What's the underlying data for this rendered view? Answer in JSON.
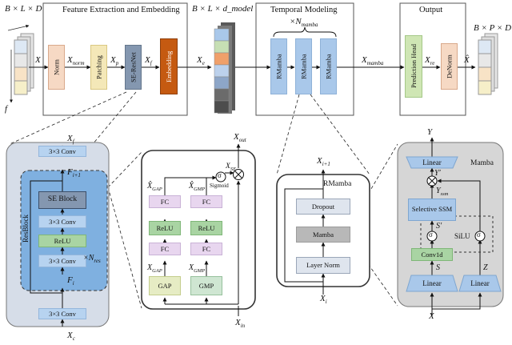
{
  "top": {
    "input_dims": "B × L × D",
    "model_dims": "B × L × d_model",
    "output_dims": "B × P × D",
    "stage_feature": "Feature Extraction and Embedding",
    "stage_temporal": "Temporal Modeling",
    "stage_output": "Output",
    "norm": "Norm",
    "patching": "Patching",
    "se_resnet": "SE-ResNet",
    "embedding": "Embedding",
    "rmamba": "RMamba",
    "prediction_head": "Prediction Head",
    "denorm": "DeNorm",
    "n_mamba": "×N",
    "n_mamba_sub": "mamba",
    "f_label": "f",
    "x": "X",
    "x_norm": "X",
    "x_norm_sub": "norm",
    "x_p": "X",
    "x_p_sub": "p",
    "x_f": "X",
    "x_f_sub": "f",
    "x_e": "X",
    "x_e_sub": "e",
    "x_mamba": "X",
    "x_mamba_sub": "mamba",
    "x_re": "X",
    "x_re_sub": "re",
    "x_hat": "X̂"
  },
  "resnet": {
    "conv": "3×3 Conv",
    "se_block": "SE Block",
    "relu": "ReLU",
    "resblock": "ResBlock",
    "n_res": "×N",
    "n_res_sub": "res",
    "x_f": "X",
    "x_f_sub": "f",
    "f_next": "F",
    "f_next_sub": "i+1",
    "f_i": "F",
    "f_i_sub": "i",
    "x_c": "X",
    "x_c_sub": "c"
  },
  "se": {
    "fc": "FC",
    "relu": "ReLU",
    "gap": "GAP",
    "gmp": "GMP",
    "sigma": "σ",
    "sigmoid": "Sigmoid",
    "x_out": "X",
    "x_out_sub": "out",
    "x_se": "X",
    "x_se_sub": "SE",
    "xhat_gap": "X̂",
    "xhat_gap_sub": "GAP",
    "xhat_gmp": "X̂",
    "xhat_gmp_sub": "GMP",
    "x_gap": "X",
    "x_gap_sub": "GAP",
    "x_gmp": "X",
    "x_gmp_sub": "GMP",
    "x_in": "X",
    "x_in_sub": "in"
  },
  "rmamba": {
    "title": "RMamba",
    "dropout": "Dropout",
    "mamba": "Mamba",
    "layer_norm": "Layer Norm",
    "x_next": "X",
    "x_next_sub": "i+1",
    "x_i": "X",
    "x_i_sub": "i"
  },
  "mamba": {
    "title": "Mamba",
    "linear": "Linear",
    "selective_ssm": "Selective SSM",
    "conv1d": "Conv1d",
    "silu": "SiLU",
    "sigma": "σ",
    "y": "Y",
    "y_prime": "Y′",
    "y_ssm": "Y",
    "y_ssm_sub": "ssm",
    "s_prime": "S′",
    "s": "S",
    "z": "Z",
    "x": "X"
  },
  "colors": {
    "panel_bg": "#d9d9d9",
    "resblock_bg": "#7fb0e0",
    "conv": "#b7d3f0",
    "green": "#a9d4a3",
    "embedding": "#c55a11"
  }
}
